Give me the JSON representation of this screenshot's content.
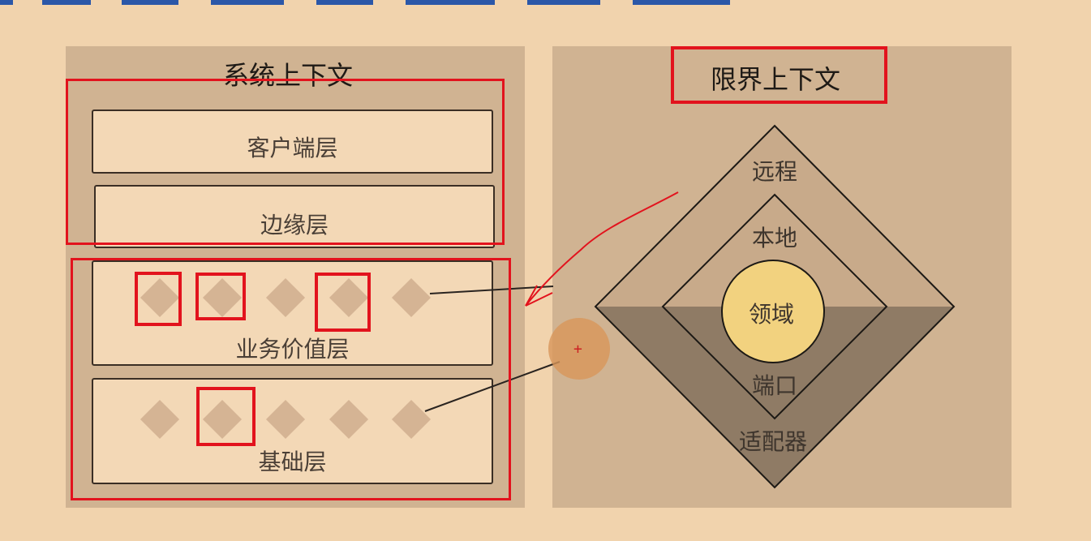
{
  "system_context": {
    "title": "系统上下文",
    "layers": [
      {
        "label": "客户端层"
      },
      {
        "label": "边缘层"
      },
      {
        "label": "业务价值层"
      },
      {
        "label": "基础层"
      }
    ]
  },
  "bounded_context": {
    "title": "限界上下文",
    "rings": {
      "outer": "远程",
      "inner": "本地",
      "core": "领域",
      "port": "端口",
      "adapter": "适配器"
    }
  },
  "colors": {
    "background": "#f1d3ad",
    "panel": "#d0b392",
    "highlight": "#e2131d",
    "core": "#f2d27f"
  }
}
